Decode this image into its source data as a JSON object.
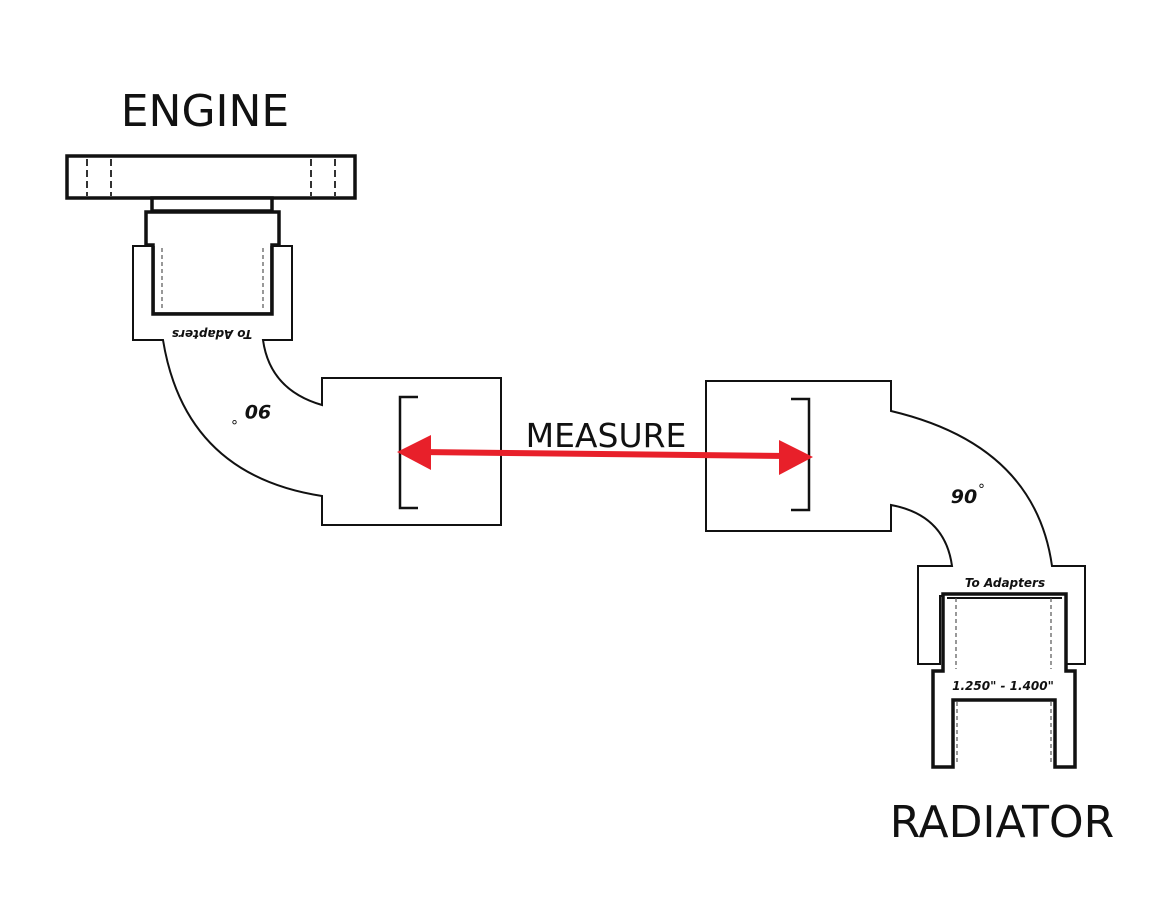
{
  "diagram": {
    "labels": {
      "engine": "ENGINE",
      "radiator": "RADIATOR",
      "measure": "MEASURE"
    },
    "engine_side": {
      "adapter_text": "To Adapters",
      "elbow_angle": "90",
      "degree_symbol": "°"
    },
    "radiator_side": {
      "adapter_text": "To Adapters",
      "elbow_angle": "90",
      "degree_symbol": "°",
      "size_range": "1.250\" - 1.400\""
    },
    "colors": {
      "arrow": "#e8202a",
      "line": "#111111"
    }
  }
}
